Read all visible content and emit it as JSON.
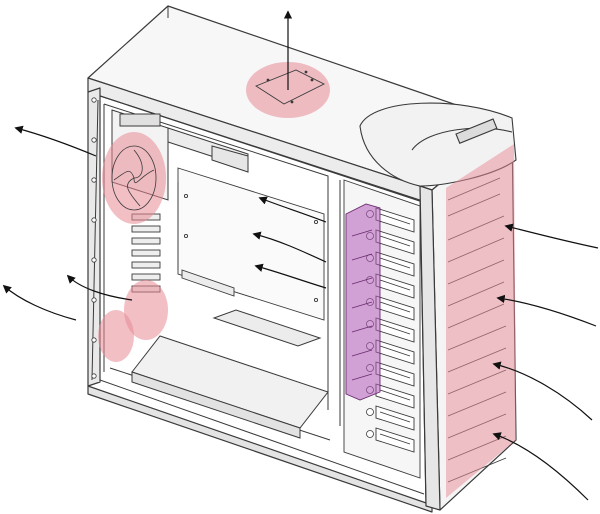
{
  "diagram": {
    "subject": "pc-tower-case-airflow",
    "colors": {
      "line": "#3a3a3a",
      "line_light": "#8a8a8a",
      "fill_body": "#f7f7f7",
      "fill_shade": "#e9e9e9",
      "fan_highlight": "#e88a96",
      "fan_highlight_opacity": 0.55,
      "drive_cage_highlight": "#b25ab8",
      "drive_cage_opacity": 0.55
    },
    "highlighted_zones": [
      {
        "name": "top-exhaust-fan"
      },
      {
        "name": "rear-exhaust-fan"
      },
      {
        "name": "rear-lower-fan"
      },
      {
        "name": "front-intake-panel"
      },
      {
        "name": "hdd-cage"
      }
    ],
    "airflow_arrows": [
      {
        "name": "top-exhaust",
        "direction": "out"
      },
      {
        "name": "rear-upper-exhaust",
        "direction": "out"
      },
      {
        "name": "rear-lower-exhaust",
        "direction": "out"
      },
      {
        "name": "front-intake",
        "direction": "in",
        "count": 4
      },
      {
        "name": "internal-flow",
        "direction": "through",
        "count": 3
      }
    ]
  }
}
